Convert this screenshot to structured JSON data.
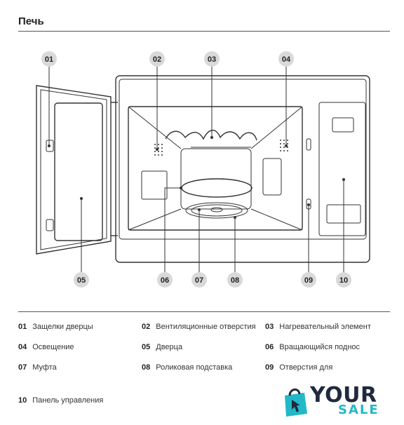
{
  "section_title": "Печь",
  "callouts": [
    "01",
    "02",
    "03",
    "04",
    "05",
    "06",
    "07",
    "08",
    "09",
    "10"
  ],
  "legend": [
    {
      "num": "01",
      "label": "Защелки дверцы"
    },
    {
      "num": "02",
      "label": "Вентиляционные отверстия"
    },
    {
      "num": "03",
      "label": "Нагревательный элемент"
    },
    {
      "num": "04",
      "label": "Освещение"
    },
    {
      "num": "05",
      "label": "Дверца"
    },
    {
      "num": "06",
      "label": "Вращающийся поднос"
    },
    {
      "num": "07",
      "label": "Муфта"
    },
    {
      "num": "08",
      "label": "Роликовая подставка"
    },
    {
      "num": "09",
      "label": "Отверстия для"
    },
    {
      "num": "10",
      "label": "Панель управления"
    }
  ],
  "logo": {
    "word1": "YOUR",
    "word2": "SALE"
  },
  "colors": {
    "callout_fill": "#d9d9d9",
    "line": "#333333",
    "logo_dark": "#1f2a3c",
    "logo_accent": "#22b8c8"
  }
}
